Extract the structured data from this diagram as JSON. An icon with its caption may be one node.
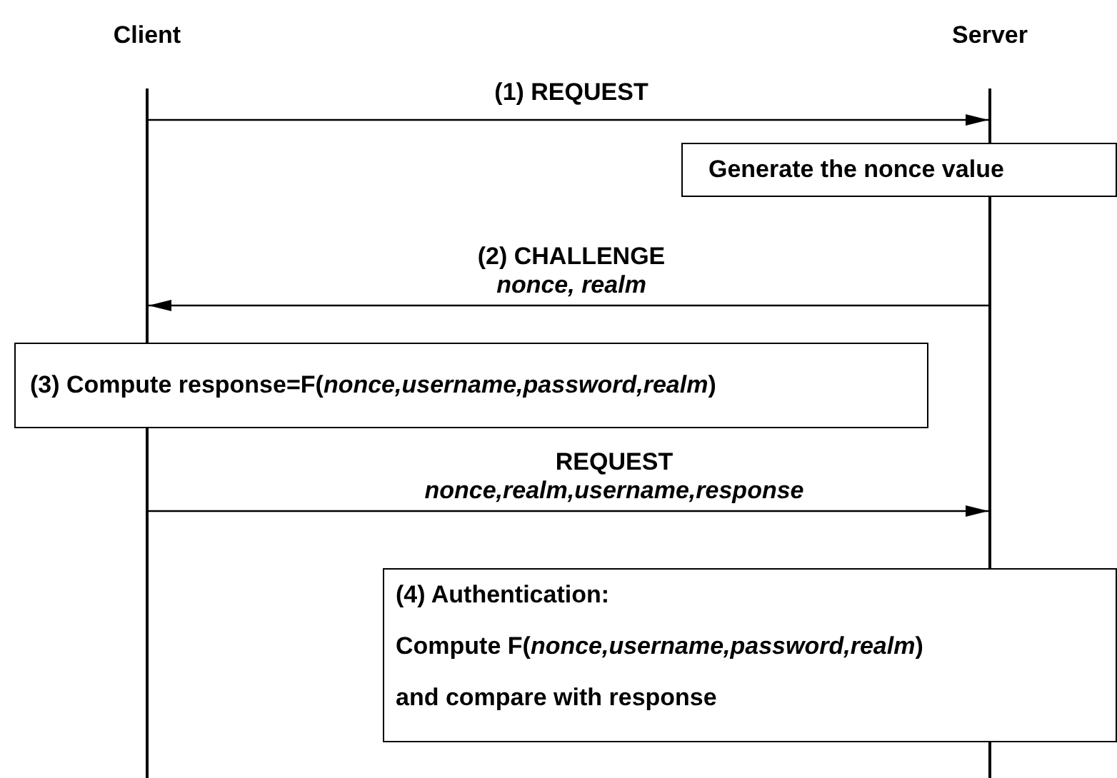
{
  "diagram": {
    "nodes": [
      {
        "text": [
          "Client"
        ]
      },
      {
        "text": [
          "Server"
        ]
      },
      {
        "text": [
          "Generate the nonce value"
        ]
      },
      {
        "text": [
          "(3) Compute response=F(*nonce,username,password,realm*)"
        ]
      },
      {
        "text": [
          "(4) Authentication:",
          "Compute F(*nonce,username,password,realm*)",
          "and compare with response"
        ]
      }
    ],
    "edges": [
      {
        "from": 0,
        "to": 1,
        "arrow": "to",
        "label": "(1) REQUEST"
      },
      {
        "from": 1,
        "to": 0,
        "arrow": "to",
        "label": "(2) CHALLENGE *nonce, realm*"
      },
      {
        "from": 0,
        "to": 1,
        "arrow": "to",
        "label": "REQUEST *nonce,realm,username,response*"
      }
    ]
  }
}
